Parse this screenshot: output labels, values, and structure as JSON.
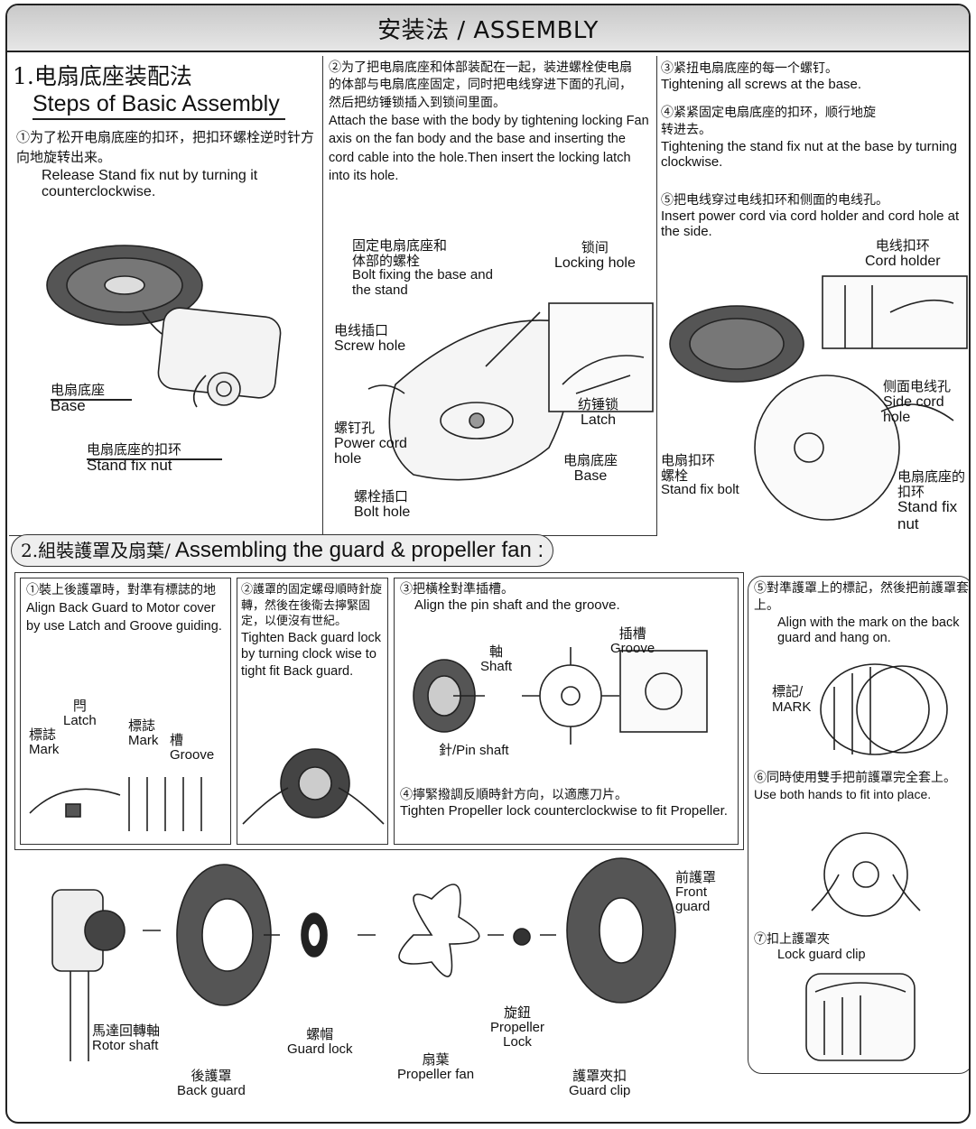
{
  "title": "安装法 / ASSEMBLY",
  "section1": {
    "heading_zh": "1.电扇底座装配法",
    "heading_en": "Steps of Basic Assembly",
    "step1": {
      "zh": "①为了松开电扇底座的扣环，把扣环螺栓逆时针方向地旋转出来。",
      "en": "Release Stand fix nut  by turning it counterclockwise.",
      "labels": {
        "base_zh": "电扇底座",
        "base_en": "Base",
        "nut_zh": "电扇底座的扣环",
        "nut_en": "Stand fix nut"
      }
    },
    "step2": {
      "zh": "②为了把电扇底座和体部装配在一起，装进螺栓使电扇的体部与电扇底座固定，同时把电线穿进下面的孔间，然后把纺锤锁插入到锁间里面。",
      "en": "Attach the base with the body by tightening locking Fan axis on the fan body and the base and inserting the cord cable into the hole.Then insert the locking latch into its hole.",
      "labels": {
        "bolt_zh": "固定电扇底座和体部的螺栓",
        "bolt_en": "Bolt fixing the base and the stand",
        "lockhole_zh": "锁间",
        "lockhole_en": "Locking hole",
        "screwhole_zh": "电线插口",
        "screwhole_en": "Screw hole",
        "latch_zh": "纺锤锁",
        "latch_en": "Latch",
        "power_zh": "螺钉孔",
        "power_en": "Power cord hole",
        "base_zh": "电扇底座",
        "base_en": "Base",
        "bolthole_zh": "螺栓插口",
        "bolthole_en": "Bolt hole"
      }
    },
    "step3": {
      "zh": "③紧扭电扇底座的每一个螺钉。",
      "en": "Tightening all screws at the base."
    },
    "step4": {
      "zh": "④紧紧固定电扇底座的扣环，顺行地旋转进去。",
      "en": "Tightening the stand fix nut at the base by turning clockwise."
    },
    "step5": {
      "zh": "⑤把电线穿过电线扣环和侧面的电线孔。",
      "en": "Insert power cord via cord holder and cord hole at the side.",
      "labels": {
        "holder_zh": "电线扣环",
        "holder_en": "Cord holder",
        "side_zh": "侧面电线孔",
        "side_en": "Side cord hole",
        "bolt_zh": "电扇扣环螺栓",
        "bolt_en": "Stand fix bolt",
        "nut_zh": "电扇底座的扣环",
        "nut_en": "Stand fix nut"
      }
    }
  },
  "section2": {
    "heading_zh": "2.組裝護罩及扇葉/",
    "heading_en": "Assembling the guard & propeller fan :",
    "step1": {
      "zh": "①裝上後護罩時，對準有標誌的地",
      "en": "Align Back Guard to Motor cover by use Latch and Groove guiding.",
      "labels": {
        "latch_zh": "閂",
        "latch_en": "Latch",
        "mark_zh": "標誌",
        "mark_en": "Mark",
        "mark2_zh": "標誌",
        "mark2_en": "Mark",
        "groove_zh": "槽",
        "groove_en": "Groove"
      }
    },
    "step2": {
      "zh": "②護罩的固定螺母順時針旋轉，然後在後衛去擰緊固定，以便沒有世紀。",
      "en": "Tighten Back guard lock by turning clock wise to tight fit Back guard."
    },
    "step3": {
      "zh": "③把橫栓對準插槽。",
      "en": "Align the pin shaft and the groove.",
      "labels": {
        "shaft_zh": "軸",
        "shaft_en": "Shaft",
        "groove_zh": "插槽",
        "groove_en": "Groove",
        "pin": "針/Pin shaft"
      }
    },
    "step4": {
      "zh": "④擰緊撥調反順時針方向，以適應刀片。",
      "en": "Tighten Propeller lock counterclockwise to fit Propeller."
    },
    "step5": {
      "zh": "⑤對準護罩上的標記，然後把前護罩套上。",
      "en": "Align with the mark on the back guard and hang on.",
      "labels": {
        "mark": "標記/ MARK"
      }
    },
    "step6": {
      "zh": "⑥同時使用雙手把前護罩完全套上。",
      "en": "Use both hands to fit into place."
    },
    "step7": {
      "zh": "⑦扣上護罩夾",
      "en": "Lock guard clip"
    },
    "parts": {
      "rotor_zh": "馬達回轉軸",
      "rotor_en": "Rotor shaft",
      "back_zh": "後護罩",
      "back_en": "Back guard",
      "lock_zh": "螺帽",
      "lock_en": "Guard lock",
      "fan_zh": "扇葉",
      "fan_en": "Propeller fan",
      "plock_zh": "旋鈕",
      "plock_en": "Propeller Lock",
      "front_zh": "前護罩",
      "front_en": "Front guard",
      "clip_zh": "護罩夾扣",
      "clip_en": "Guard clip"
    }
  }
}
